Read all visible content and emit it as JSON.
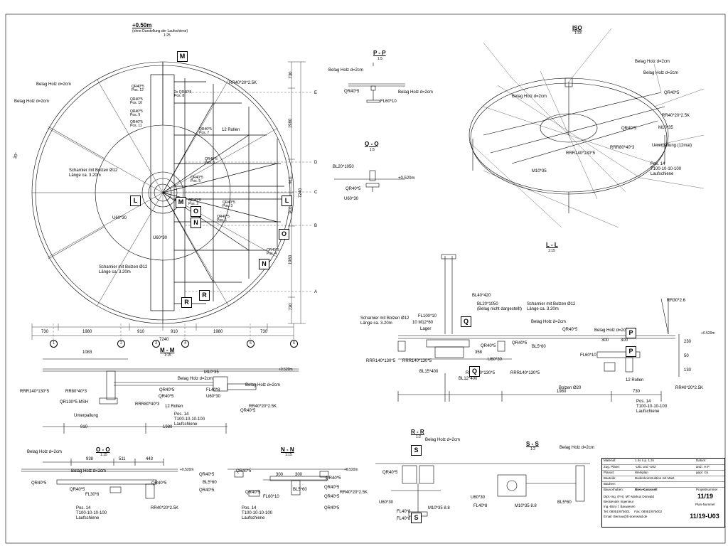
{
  "header": {
    "main_title": "+0.50m",
    "main_subtitle": "(ohne Darstellung der Laufschiene)",
    "main_scale": "1:25"
  },
  "views": [
    {
      "id": "pp",
      "title": "P - P",
      "scale": "1:5"
    },
    {
      "id": "qq",
      "title": "Q - Q",
      "scale": "1:5"
    },
    {
      "id": "iso",
      "title": "ISO",
      "scale": "1:33"
    },
    {
      "id": "ll",
      "title": "L - L",
      "scale": "1:15"
    },
    {
      "id": "mm",
      "title": "M - M",
      "scale": "1:15"
    },
    {
      "id": "oo",
      "title": "O - O",
      "scale": "1:15"
    },
    {
      "id": "nn",
      "title": "N - N",
      "scale": "1:15"
    },
    {
      "id": "rr",
      "title": "R - R",
      "scale": "1:2"
    },
    {
      "id": "ss",
      "title": "S - S",
      "scale": "1:2"
    }
  ],
  "plan_labels": {
    "belag1": "Belag Holz d=2cm",
    "belag2": "Belag Holz d=2cm",
    "rr40": "RR40*20*2.5K",
    "qr12": "QR40*5\nPos. 12",
    "qr8": "2x QR40*5\nPos. 8",
    "qr10": "QR40*5\nPos. 10",
    "qr9": "QR40*5\nPos. 9",
    "qr11": "QR40*5\nPos. 11",
    "qr7": "QR40*5\nPos. 7",
    "rollen": "12 Rollen",
    "qr6": "QR40*5\nPos. 6",
    "qr5": "QR40*5\nPos. 5",
    "qr2": "QR40*5\nPos. 2",
    "qr3": "QR40*5\nPos. 3",
    "qr1": "QR40*5\nPos. 1",
    "qr4": "QR40*5\nPos. 4",
    "scharnier1": "Scharnier mit Bolzen Ø12\nLänge ca. 3.20m",
    "scharnier2": "Scharnier mit Bolzen Ø12\nLänge ca. 3.20m",
    "u60a": "U60*30",
    "u60b": "U60*30",
    "angle": "30°"
  },
  "dims_bottom": [
    "730",
    "1980",
    "910",
    "910",
    "1980",
    "730"
  ],
  "dim_total": "7240",
  "dims_right": [
    "730",
    "1980",
    "910",
    "910",
    "1980",
    "730"
  ],
  "dim_right_total": "7240",
  "grid_letters": [
    "E",
    "D",
    "C",
    "B",
    "A"
  ],
  "grid_numbers": [
    "1",
    "2",
    "3",
    "4",
    "5",
    "6"
  ],
  "section_markers": [
    "M",
    "M",
    "L",
    "L",
    "O",
    "N",
    "O",
    "N",
    "R",
    "R"
  ],
  "pp_labels": {
    "belag": "Belag Holz d=2cm",
    "qr": "QR40*5",
    "belag2": "Belag Holz d=2cm",
    "fl": "FL60*10"
  },
  "qq_labels": {
    "bl": "BL20*1050",
    "level": "+0.520m",
    "qr": "QR40*5",
    "u60": "U60*30"
  },
  "iso_labels": {
    "belag1": "Belag Holz d=2cm",
    "belag2": "Belag Holz d=2cm",
    "belag3": "Belag Holz d=2cm",
    "qr1": "QR40*5",
    "rr": "RR40*20*2.5K",
    "qr2": "QR40*5",
    "m10": "M10*35",
    "rrr80": "RRR80*40*3",
    "rrr140": "RRR140*130*5",
    "unterp": "Unterpallung (12mal)",
    "m10b": "M10*35",
    "pos": "Pos. 14\nT100-10-10-100\nLaufschiene"
  },
  "ll_labels": {
    "bl40": "BL40*420",
    "bl20": "BL20*1050\n(Belag nicht dargestellt)",
    "scharnier": "Scharnier mit Bolzen Ø12\nLänge ca. 3.20m",
    "scharnier2": "Scharnier mit Bolzen Ø12\nLänge ca. 3.20m",
    "fl100": "FL100*10",
    "m12": "10 M12*60",
    "lager": "Lager",
    "belag": "Belag Holz d=2cm",
    "qr40a": "QR40*5",
    "qr40b": "QR40*5",
    "belag2": "Belag Holz d=2cm",
    "level": "+0.520m",
    "rr30": "RR30*2.6",
    "rrr140a": "RRR140*130*5",
    "rrr140b": "RRR140*130*5",
    "rrr140c": "RRR140*130*5",
    "rrr140d": "RRR140*130*5",
    "bl15": "BL15*400",
    "u60": "U60*30",
    "bl12": "BL12*400",
    "bl5": "BL5*60",
    "fl60": "FL60*10",
    "bolzen": "Bolzen Ø20",
    "rollen": "12 Rollen",
    "pos": "Pos. 14\nT100-10-10-100\nLaufschiene",
    "rr40": "RR40*20*2.5K",
    "dims": [
      "300",
      "300",
      "1980",
      "730",
      "230",
      "50",
      "130",
      "358"
    ]
  },
  "mm_labels": {
    "dim": "1083",
    "level": "+0.520m",
    "m10": "M10*35",
    "belag": "Belag Holz d=2cm",
    "belag2": "Belag Holz d=2cm",
    "rrr140": "RRR140*130*5",
    "rr80": "RR80*40*3",
    "qr40": "QR40*5",
    "qr40b": "QR40*5",
    "fl40": "FL40*8",
    "u60": "U60*30",
    "qr130": "QR130*5-MSH",
    "rrr80": "RRR80*40*3",
    "rollen": "12 Rollen",
    "unterp": "Unterpallung",
    "pos": "Pos. 14\nT100-10-10-100\nLaufschiene",
    "qr40c": "QR40*5",
    "rr40": "RR40*20*2.5K",
    "d1": "910",
    "d2": "1980"
  },
  "oo_labels": {
    "belag": "Belag Holz d=2cm",
    "belag2": "Belag Holz d=2cm",
    "d1": "938",
    "d2": "511",
    "d3": "443",
    "qr1": "QR40*5",
    "qr2": "QR40*5",
    "qr3": "QR40*5",
    "fl": "FL30*8",
    "level": "+0.520m",
    "pos": "Pos. 14\nT100-10-10-100\nLaufschiene",
    "rr": "RR40*20*2.5K"
  },
  "nn_labels": {
    "qr1": "QR40*5",
    "qr2": "QR40*5",
    "qr3": "QR40*5",
    "qr4": "QR40*5",
    "qr5": "QR40*5",
    "qr6": "QR40*5",
    "qr7": "QR40*5",
    "qr8": "QR40*5",
    "bl1": "BL5*60",
    "bl2": "BL5*60",
    "fl": "FL60*10",
    "d1": "300",
    "d2": "300",
    "level": "+0.520m",
    "pos": "Pos. 14\nT100-10-10-100\nLaufschiene",
    "rr": "RR40*20*2.5K"
  },
  "rr_labels": {
    "belag": "Belag Holz d=2cm",
    "qr": "QR40*5",
    "u60": "U60*30",
    "fl1": "FL40*8",
    "fl2": "FL40*8",
    "m10": "M10*35 8.8"
  },
  "ss_labels": {
    "belag": "Belag Holz d=2cm",
    "u60": "U60*30",
    "fl": "FL40*8",
    "m10": "M10*35 8.8",
    "bl": "BL5*60"
  },
  "titleblock": {
    "rows": [
      {
        "label": "Material:",
        "value": "1.4s   n.p.   1.2s",
        "right_label": "Datum:"
      },
      {
        "label": "Zug. Pläne:",
        "value": "-U01 und -U02",
        "right_label": "änd.: H.P."
      },
      {
        "label": "Planart:",
        "value": "Werkplan",
        "right_label": "gepr: Gs."
      },
      {
        "label": "Bauteile:",
        "value": "Bodenkonstruktion mit Mast",
        "right_label": ""
      },
      {
        "label": "Bauherr:",
        "value": "",
        "right_label": ""
      },
      {
        "label": "Bauvorhaben:",
        "value": "Bien-Karussell",
        "right_label": "Projektnummer"
      }
    ],
    "company": "Dipl.-Ing. (FH), MT Markus Dörwald\nBeratender Ingenieur\nIng.-Büro f. Bauwesen\nTel: 08051/975001     Fax: 08051/975002\nEmail: Bernau@b-doerwald.de",
    "project_number": "11/19",
    "plan_number_label": "Plan-Nummer",
    "plan_number": "11/19-U03"
  }
}
